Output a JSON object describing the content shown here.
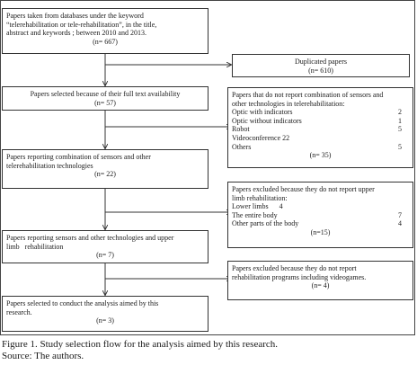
{
  "boxes": {
    "b1": {
      "lines": [
        "Papers taken from databases under the keyword",
        "“telerehabilitation or tele-rehabilitation”, in the title,",
        "abstract and keywords ; between 2010 and 2013."
      ],
      "n": "(n= 667)"
    },
    "dup": {
      "lines": [
        "Duplicated papers"
      ],
      "n": "(n= 610)"
    },
    "b2": {
      "lines": [
        "Papers selected because of their full text availability"
      ],
      "n": "(n= 57)"
    },
    "ex1": {
      "lines": [
        "Papers that do not report combination of sensors and",
        "other technologies in telerehabilitation:"
      ],
      "items": [
        {
          "label": "Optic with indicators",
          "value": "2"
        },
        {
          "label": "Optic without indicators",
          "value": "1"
        },
        {
          "label": "Robot",
          "value": "5"
        },
        {
          "label": "Videoconference 22",
          "value": ""
        },
        {
          "label": "Others",
          "value": "5"
        }
      ],
      "n": "(n= 35)"
    },
    "b3": {
      "lines": [
        "Papers reporting combination of sensors and other",
        "telerehabilitation technologies"
      ],
      "n": "(n= 22)"
    },
    "ex2": {
      "lines": [
        "Papers excluded because they do not report upper",
        "limb rehabilitation:"
      ],
      "items": [
        {
          "label": "Lower limbs      4",
          "value": ""
        },
        {
          "label": "The entire body",
          "value": "7"
        },
        {
          "label": "Other parts of the body",
          "value": "4"
        }
      ],
      "n": "(n=15)"
    },
    "b4": {
      "lines": [
        "Papers reporting sensors and other technologies and upper",
        "limb   rehabilitation"
      ],
      "n": "(n= 7)"
    },
    "ex3": {
      "lines": [
        "Papers excluded because they do not report",
        "rehabilitation programs including videogames."
      ],
      "n": "(n= 4)"
    },
    "b5": {
      "lines": [
        "Papers selected to conduct the analysis aimed by this",
        "research."
      ],
      "n": "(n= 3)"
    }
  },
  "caption": {
    "figure": "Figure 1. Study selection flow for the analysis aimed by this research.",
    "source": "Source: The authors."
  }
}
